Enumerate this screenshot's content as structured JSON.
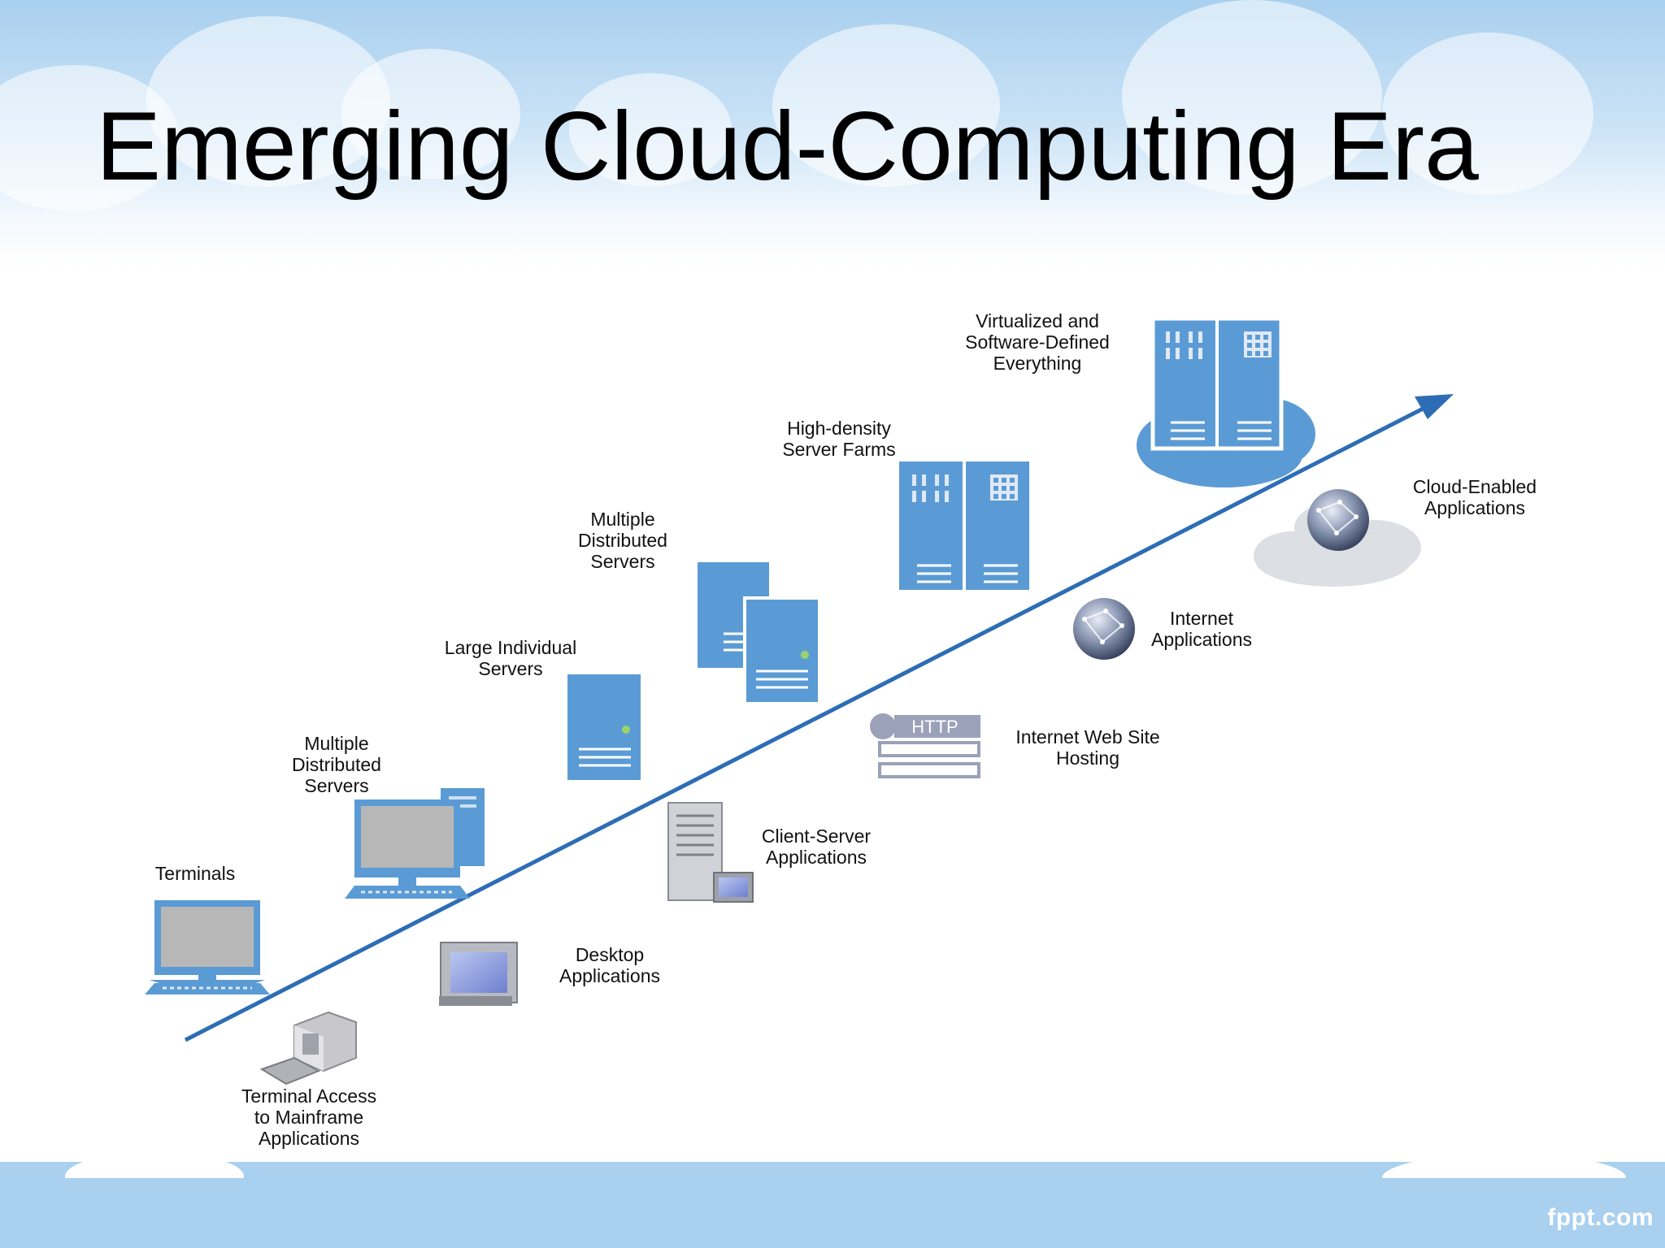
{
  "slide": {
    "title": "Emerging Cloud-Computing Era",
    "brand": "fppt.com"
  },
  "colors": {
    "sky": "#a9d0ef",
    "arrow": "#2d6db5",
    "server_blue": "#5b9bd5",
    "cloud_white": "#e9f1fa",
    "cloud_gray": "#dcdfe3"
  },
  "diagram": {
    "upper_labels": {
      "terminals": "Terminals",
      "pcs": "Multiple\nDistributed\nServers",
      "large_servers": "Large Individual\nServers",
      "distributed_servers": "Multiple\nDistributed\nServers",
      "server_farms": "High-density\nServer Farms",
      "virtualized": "Virtualized and\nSoftware-Defined\nEverything"
    },
    "lower_labels": {
      "mainframe": "Terminal Access\nto Mainframe\nApplications",
      "desktop": "Desktop\nApplications",
      "client_server": "Client-Server\nApplications",
      "web_hosting": "Internet Web Site\nHosting",
      "internet_apps": "Internet\nApplications",
      "cloud_apps": "Cloud-Enabled\nApplications"
    },
    "http_badge": "HTTP",
    "icons": {
      "terminal": "terminal-icon",
      "pc": "desktop-pc-icon",
      "tower_server": "tower-server-icon",
      "rack": "server-rack-icon",
      "cloud": "cloud-icon",
      "globe": "globe-icon",
      "mainframe": "mainframe-terminal-icon",
      "crt": "crt-computer-icon",
      "http": "http-form-icon"
    }
  }
}
